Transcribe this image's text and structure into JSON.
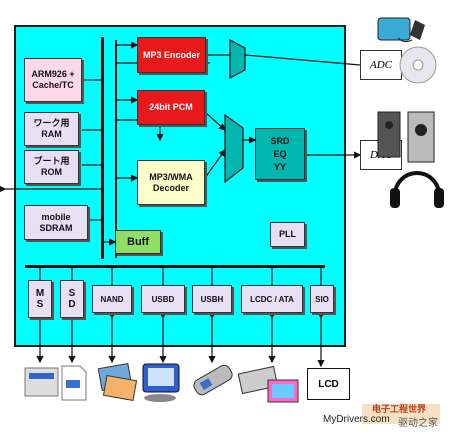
{
  "blocks": {
    "arm": "ARM926 + Cache/TC",
    "ram": "ワーク用 RAM",
    "rom": "ブート用 ROM",
    "sdram": "mobile SDRAM",
    "mp3_encoder": "MP3 Encoder",
    "pcm": "24bit PCM",
    "decoder": "MP3/WMA Decoder",
    "buff": "Buff",
    "srd_top": "SRD",
    "srd_mid": "EQ",
    "srd_bot": "YY",
    "pll": "PLL",
    "adc": "ADC",
    "dac": "DAC",
    "ms_1": "M",
    "ms_2": "S",
    "sd_1": "S",
    "sd_2": "D",
    "nand": "NAND",
    "usbd": "USBD",
    "usbh": "USBH",
    "lcdc": "LCDC / ATA",
    "sio": "SIO",
    "lcd": "LCD"
  },
  "watermark": {
    "left": "MyDrivers.com",
    "right": "驱动之家",
    "logo": "电子工程世界"
  },
  "colors": {
    "chip_bg": "#00ffff",
    "red_block": "#e8191a",
    "teal_block": "#00b7b0",
    "pink_block": "#fdd8ea",
    "green_block": "#8fdf67"
  }
}
